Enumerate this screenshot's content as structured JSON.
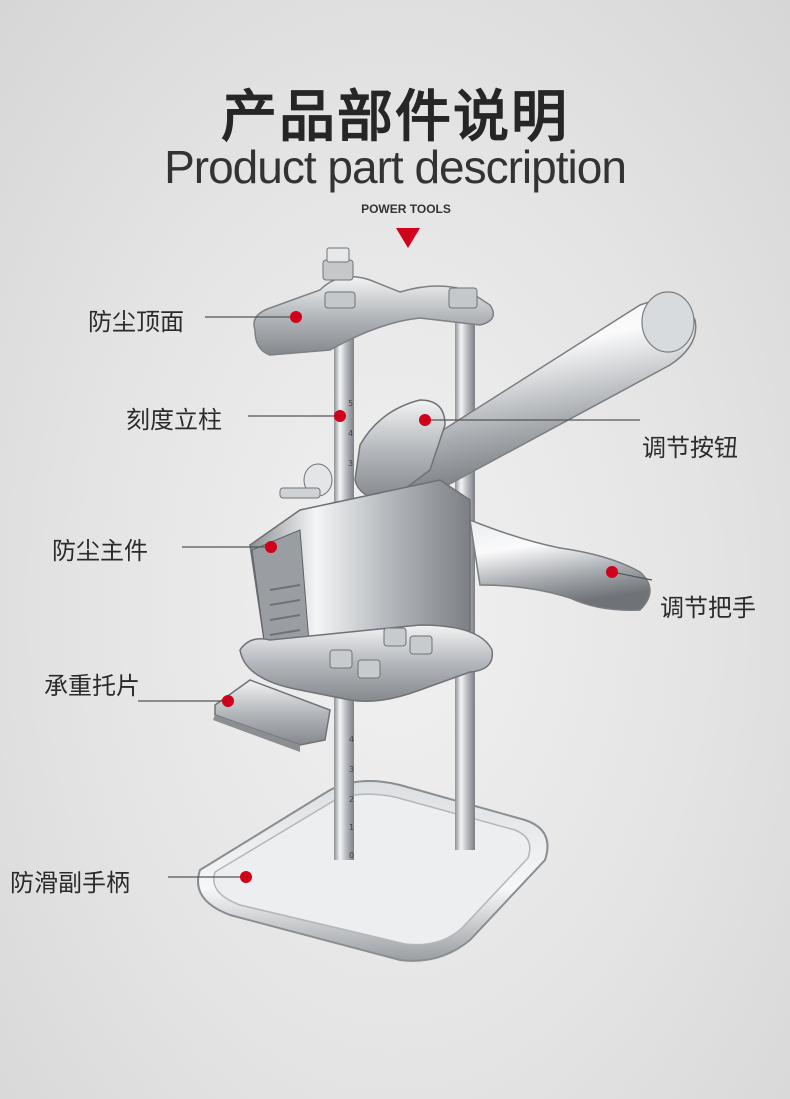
{
  "header": {
    "title_cn": "产品部件说明",
    "title_en": "Product part description",
    "subtitle": "POWER TOOLS"
  },
  "labels": {
    "dust_top": "防尘顶面",
    "scale_column": "刻度立柱",
    "adjust_button": "调节按钮",
    "dust_main": "防尘主件",
    "adjust_handle": "调节把手",
    "load_plate": "承重托片",
    "anti_slip_handle": "防滑副手柄"
  },
  "colors": {
    "accent": "#d0021b",
    "text": "#2b2b2b",
    "metal": "#c9cccf"
  },
  "scale_upper": [
    "5",
    "4",
    "3"
  ],
  "scale_lower": [
    "4",
    "3",
    "2",
    "1",
    "0"
  ]
}
